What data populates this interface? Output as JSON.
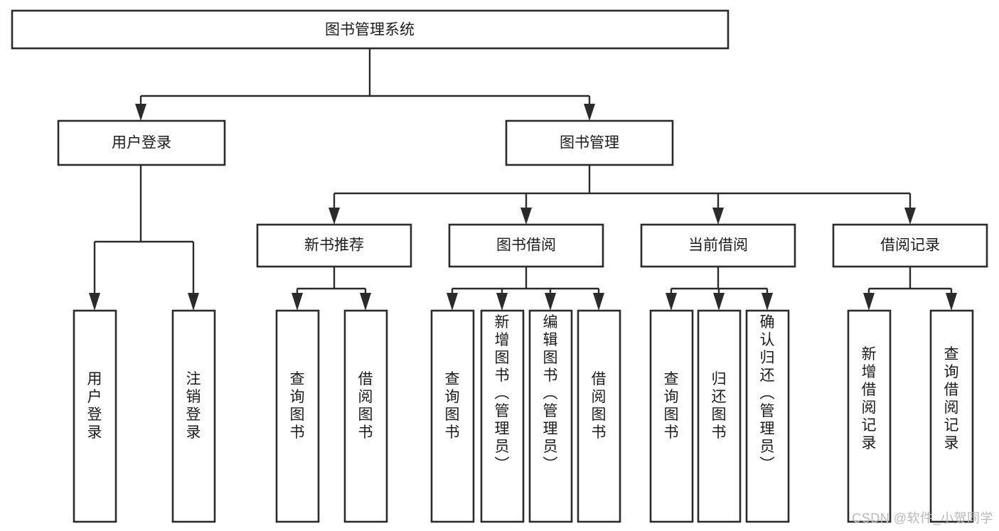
{
  "diagram": {
    "type": "tree",
    "title": "图书管理系统",
    "watermark": "CSDN @软件_小贺同学",
    "colors": {
      "box_stroke": "#2b2b2b",
      "box_fill": "#ffffff",
      "text": "#1b1b1b",
      "connector": "#2b2b2b",
      "background": "#ffffff",
      "watermark": "#b9b9b9"
    },
    "root": {
      "label": "图书管理系统"
    },
    "level1": [
      {
        "label": "用户登录"
      },
      {
        "label": "图书管理"
      }
    ],
    "level2": [
      {
        "label": "新书推荐"
      },
      {
        "label": "图书借阅"
      },
      {
        "label": "当前借阅"
      },
      {
        "label": "借阅记录"
      }
    ],
    "leaves": {
      "user_login": [
        {
          "label": "用户登录"
        },
        {
          "label": "注销登录"
        }
      ],
      "new_book_recommend": [
        {
          "label": "查询图书"
        },
        {
          "label": "借阅图书"
        }
      ],
      "book_borrow": [
        {
          "label": "查询图书"
        },
        {
          "label": "新增图书（管理员）"
        },
        {
          "label": "编辑图书（管理员）"
        },
        {
          "label": "借阅图书"
        }
      ],
      "current_borrow": [
        {
          "label": "查询图书"
        },
        {
          "label": "归还图书"
        },
        {
          "label": "确认归还（管理员）"
        }
      ],
      "borrow_record": [
        {
          "label": "新增借阅记录"
        },
        {
          "label": "查询借阅记录"
        }
      ]
    }
  }
}
